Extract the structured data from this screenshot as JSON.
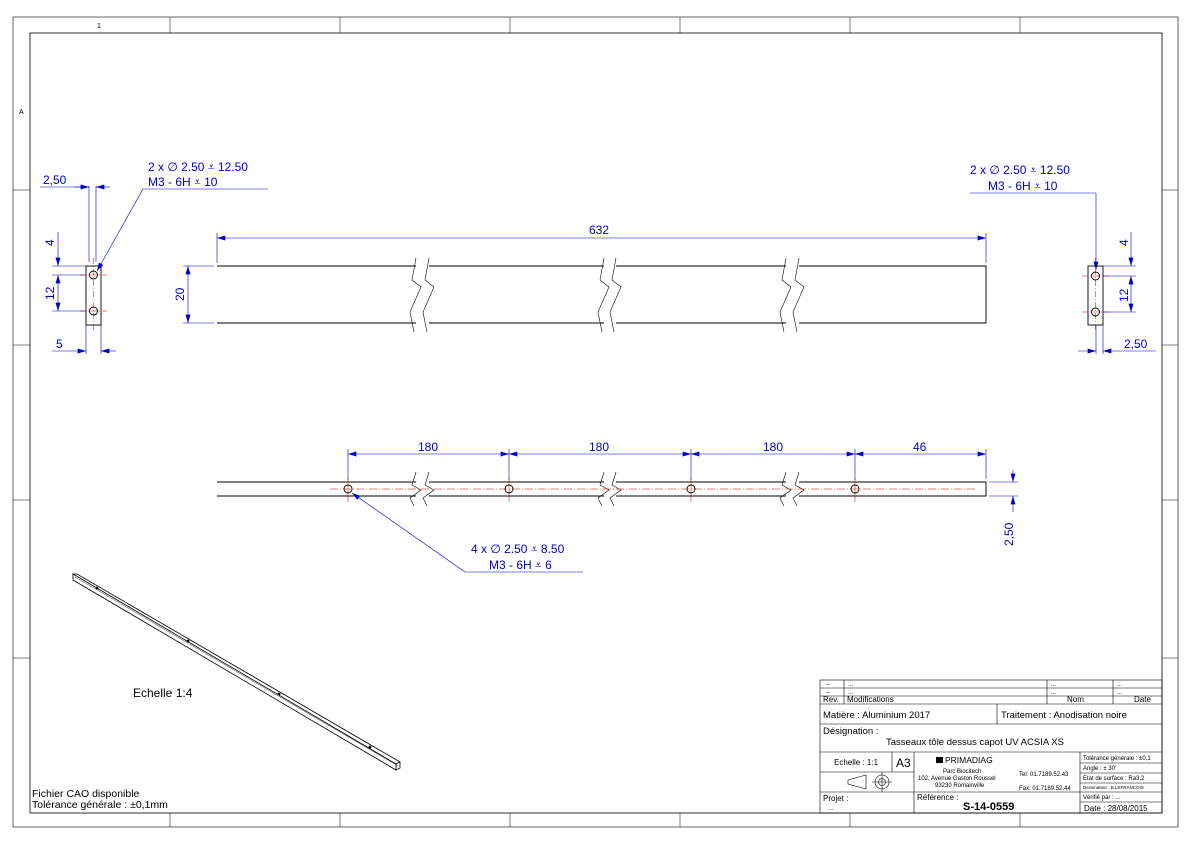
{
  "frame": {
    "col_label": "1",
    "row_label": "A"
  },
  "views": {
    "left_end": {
      "width_dim": "2,50",
      "top_dim": "4",
      "spacing_dim": "12",
      "bottom_dim": "5",
      "callout_line1": "2 x ∅ 2.50 ⩡ 12.50",
      "callout_line2": "M3 - 6H ⩡ 10"
    },
    "right_end": {
      "width_dim": "2,50",
      "top_dim": "4",
      "spacing_dim": "12",
      "callout_line1": "2 x ∅ 2.50 ⩡ 12.50",
      "callout_line2": "M3 - 6H ⩡ 10"
    },
    "front": {
      "length_dim": "632",
      "height_dim": "20"
    },
    "top": {
      "pitch_dims": [
        "180",
        "180",
        "180",
        "46"
      ],
      "thickness_dim": "2,50",
      "callout_line1": "4 x ∅ 2.50 ⩡ 8.50",
      "callout_line2": "M3 - 6H ⩡ 6"
    },
    "iso": {
      "scale_label": "Echelle 1:4"
    }
  },
  "notes": {
    "line1": "Fichier CAO disponible",
    "line2": "Tolérance générale : ±0,1mm"
  },
  "title_block": {
    "rev_rows": [
      {
        "rev": "--",
        "mod": "...",
        "nom": "...",
        "date": "..."
      },
      {
        "rev": "--",
        "mod": "...",
        "nom": "...",
        "date": "..."
      }
    ],
    "rev_header": {
      "rev": "Rev.",
      "mod": "Modifications",
      "nom": "Nom",
      "date": "Date"
    },
    "matiere": "Matière : Aluminium 2017",
    "traitement": "Traitement : Anodisation noire",
    "designation_label": "Désignation :",
    "designation": "Tasseaux tôle dessus capot UV ACSIA XS",
    "echelle": "Echelle : 1:1",
    "format": "A3",
    "company_logo": "PRIMADIAG",
    "address": [
      "Parc Biocitech",
      "102, Avenue Gaston Roussel",
      "93230 Romainville"
    ],
    "tel": "Tel: 01.7189.52.43",
    "fax": "Fax: 01.7189.52.44",
    "tolerance": "Tolérance générale : ±0,1",
    "angle": "Angle : ± 30'",
    "surface": "Etat de surface : Ra3,2",
    "dessinateur": "Dessinateur : B.LEFRANCOIS",
    "verifie": "Vérifié par : ...",
    "projet_label": "Projet :",
    "projet": "...",
    "reference_label": "Référence :",
    "reference": "S-14-0559",
    "date": "Date : 28/08/2015"
  }
}
